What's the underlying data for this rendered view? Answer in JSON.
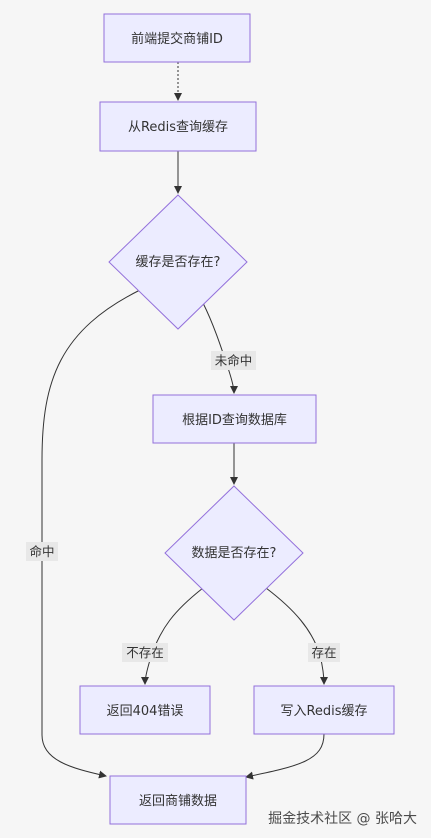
{
  "nodes": {
    "submit": "前端提交商铺ID",
    "query_redis": "从Redis查询缓存",
    "cache_exists": "缓存是否存在?",
    "query_db": "根据ID查询数据库",
    "data_exists": "数据是否存在?",
    "return_404": "返回404错误",
    "write_redis": "写入Redis缓存",
    "return_data": "返回商铺数据"
  },
  "edge_labels": {
    "miss": "未命中",
    "hit": "命中",
    "not_exist": "不存在",
    "exist": "存在"
  },
  "watermark": "掘金技术社区 @ 张哈大"
}
